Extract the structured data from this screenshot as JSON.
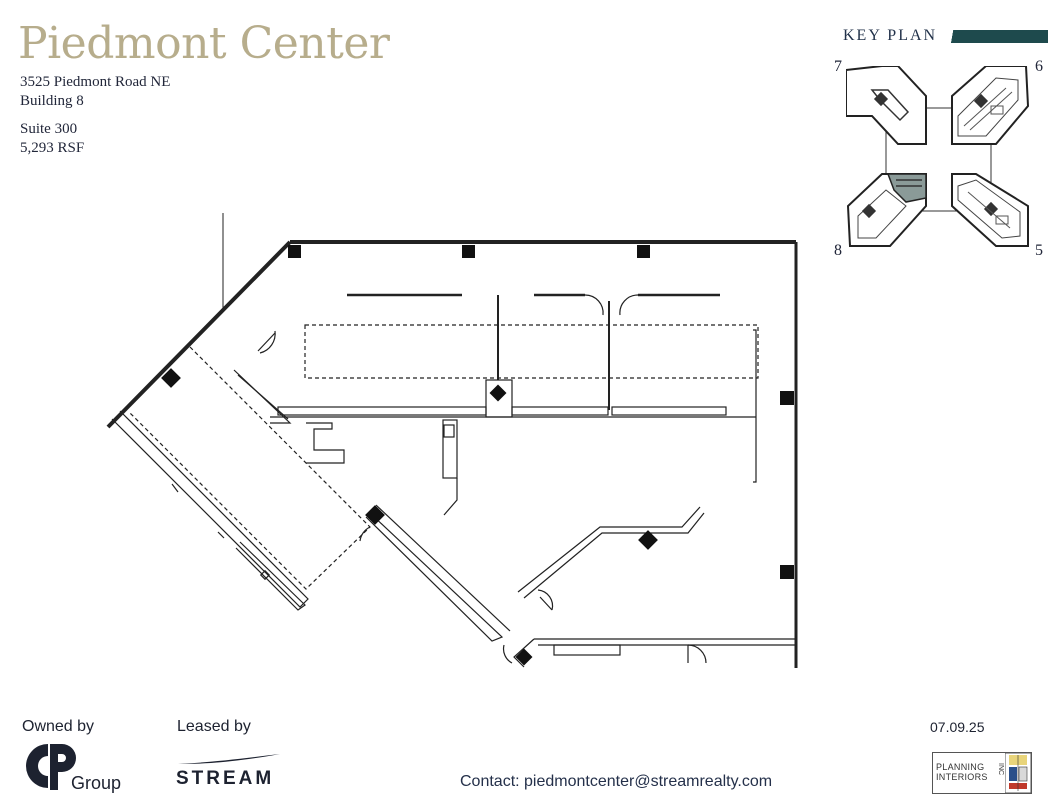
{
  "header": {
    "title": "Piedmont Center",
    "address_line1": "3525 Piedmont Road NE",
    "address_line2": "Building 8",
    "suite": "Suite 300",
    "area": "5,293 RSF"
  },
  "key_plan": {
    "label": "KEY PLAN",
    "buildings": [
      "7",
      "6",
      "8",
      "5"
    ],
    "highlighted_building": "8",
    "highlight_color": "#8a9a98",
    "accent_color": "#1e4a4d"
  },
  "footer": {
    "owned_by_label": "Owned by",
    "owner_logo_text": "Group",
    "leased_by_label": "Leased by",
    "leasing_logo_text": "STREAM",
    "contact": "Contact: piedmontcenter@streamrealty.com",
    "date": "07.09.25",
    "architect_logo_line1": "PLANNING",
    "architect_logo_line2": "INTERIORS",
    "architect_logo_suffix": "INC"
  },
  "colors": {
    "title": "#b7ad8c",
    "text": "#22273a",
    "plan_lines": "#222222"
  }
}
